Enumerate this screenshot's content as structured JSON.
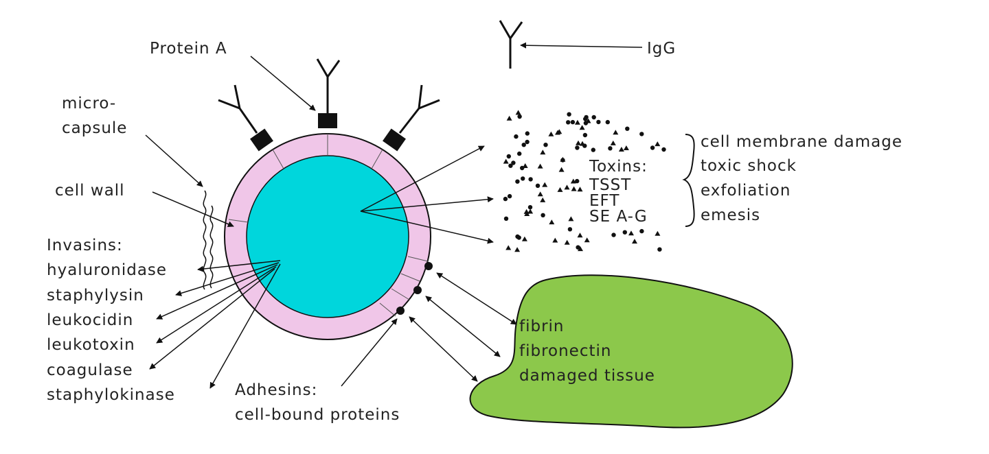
{
  "labels": {
    "protein_a": "Protein A",
    "igg": "IgG",
    "microcapsule_line1": "micro-",
    "microcapsule_line2": "capsule",
    "cell_wall": "cell wall",
    "invasins_heading": "Invasins:",
    "invasins": [
      "hyaluronidase",
      "staphylysin",
      "leukocidin",
      "leukotoxin",
      "coagulase",
      "staphylokinase"
    ],
    "toxins_heading": "Toxins:",
    "toxins": [
      "TSST",
      "EFT",
      "SE A-G"
    ],
    "effects": [
      "cell membrane damage",
      "toxic shock",
      "exfoliation",
      "emesis"
    ],
    "adhesins_line1": "Adhesins:",
    "adhesins_line2": "cell-bound proteins",
    "tissue": [
      "fibrin",
      "fibronectin",
      "damaged tissue"
    ]
  },
  "colors": {
    "cell_wall": "#f0c6e8",
    "cytoplasm": "#00d6dc",
    "tissue": "#8cc84b",
    "ink": "#111111"
  }
}
